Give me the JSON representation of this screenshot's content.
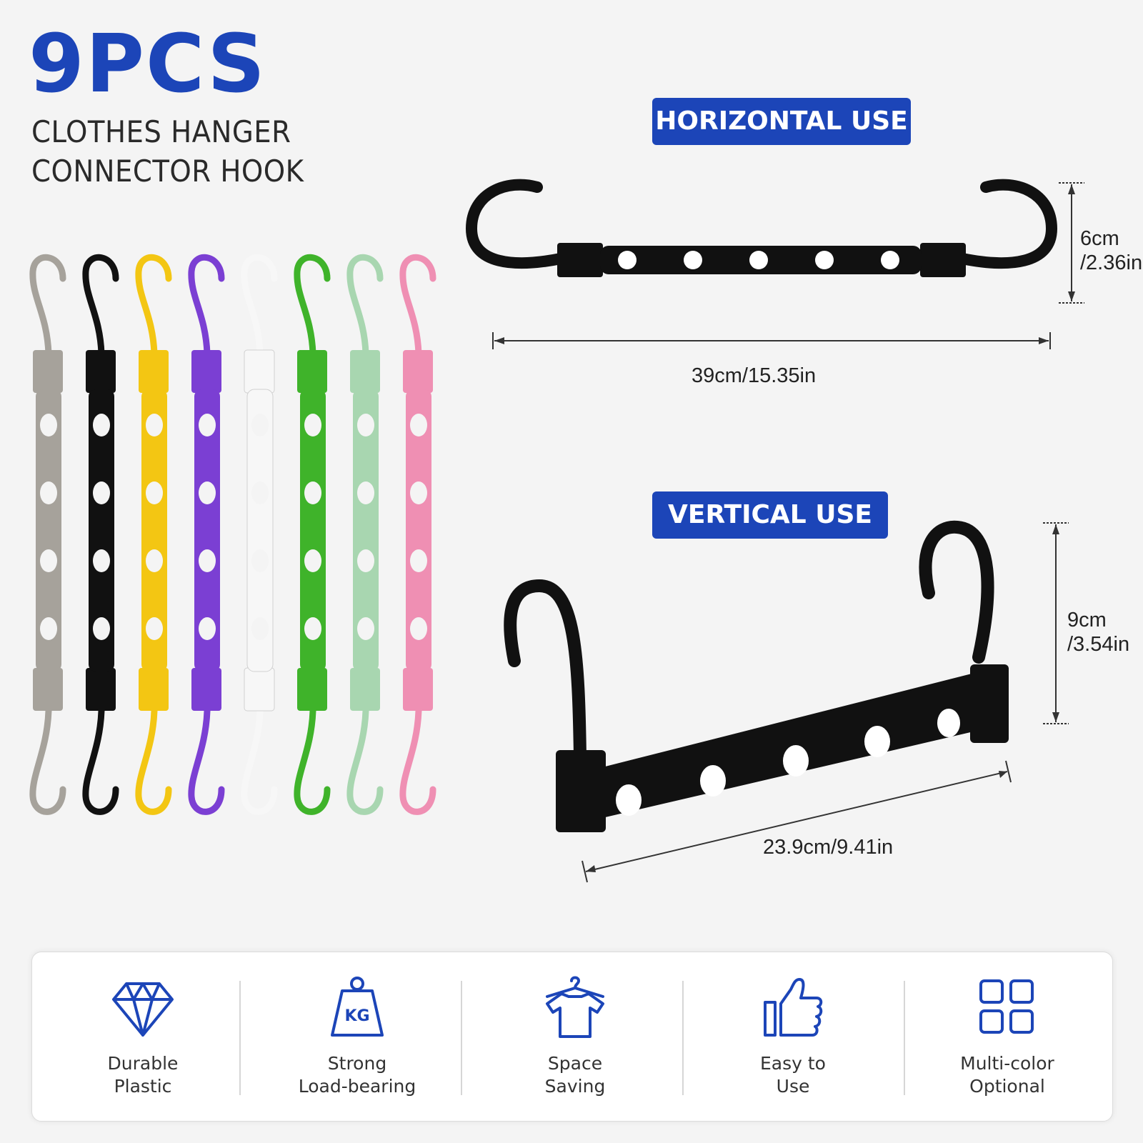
{
  "header": {
    "title": "9PCS",
    "subtitle_line1": "CLOTHES HANGER",
    "subtitle_line2": "CONNECTOR HOOK"
  },
  "hook_colors": [
    "#a6a29b",
    "#111111",
    "#f3c613",
    "#7b3fd3",
    "#f7f7f7",
    "#3fb32a",
    "#a8d6b0",
    "#ef8fb3"
  ],
  "horizontal": {
    "badge": "HORIZONTAL USE",
    "height_cm": "6cm",
    "height_in": "/2.36in",
    "length": "39cm/15.35in"
  },
  "vertical": {
    "badge": "VERTICAL USE",
    "height_cm": "9cm",
    "height_in": "/3.54in",
    "length": "23.9cm/9.41in"
  },
  "features": [
    {
      "icon": "diamond-icon",
      "line1": "Durable",
      "line2": "Plastic"
    },
    {
      "icon": "weight-kg-icon",
      "line1": "Strong",
      "line2": "Load-bearing"
    },
    {
      "icon": "tshirt-hanger-icon",
      "line1": "Space",
      "line2": "Saving"
    },
    {
      "icon": "thumbs-up-icon",
      "line1": "Easy to",
      "line2": "Use"
    },
    {
      "icon": "grid-icon",
      "line1": "Multi-color",
      "line2": "Optional"
    }
  ],
  "weight_icon_text": "KG",
  "accent_color": "#1c45b8"
}
